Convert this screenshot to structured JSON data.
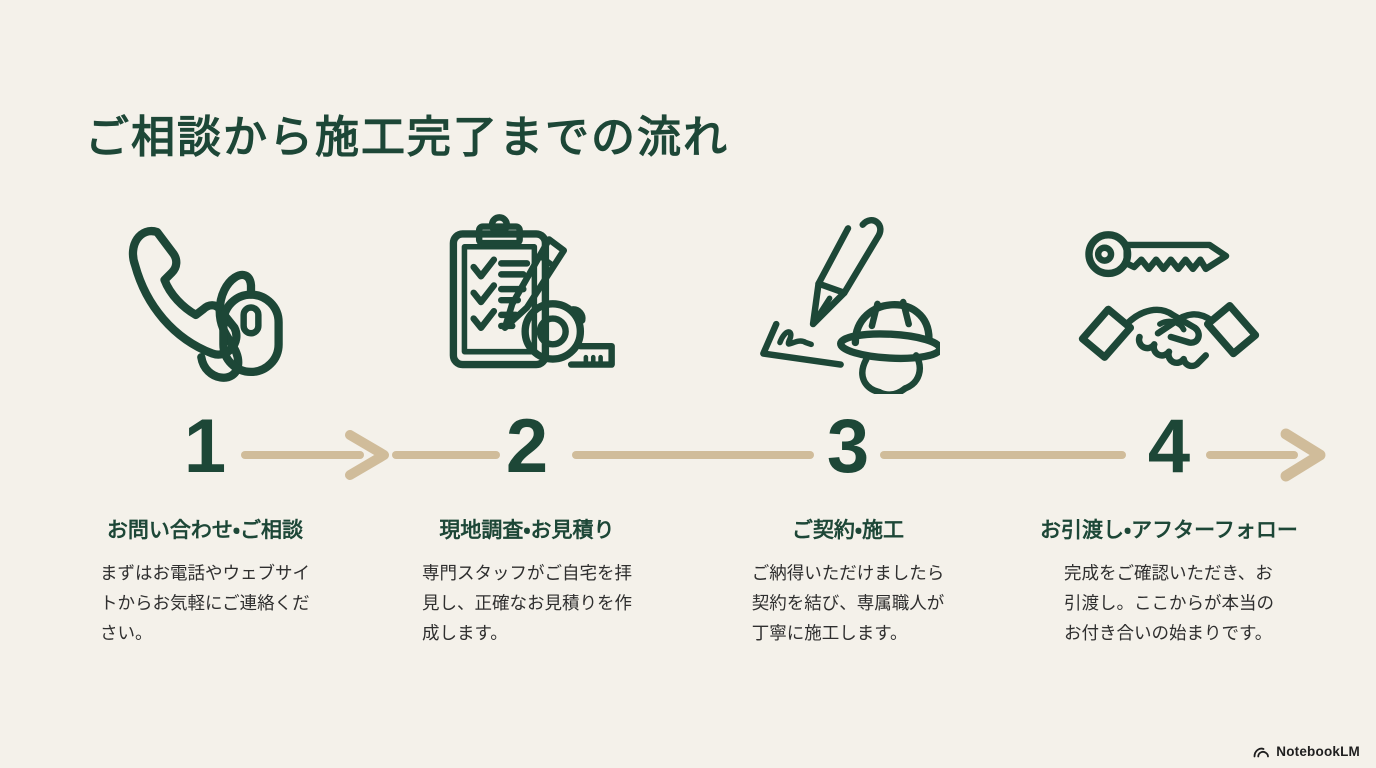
{
  "page": {
    "title": "ご相談から施工完了までの流れ",
    "background_color": "#f4f1ea",
    "accent_green": "#1d4737",
    "arrow_tan": "#d0bc9a",
    "body_text_color": "#2f2f2f"
  },
  "steps": [
    {
      "number": "1",
      "icon": "phone-and-mouse-icon",
      "title": "お問い合わせ・ご相談",
      "description": "まずはお電話やウェブサイ\nトからお気軽にご連絡くだ\nさい。"
    },
    {
      "number": "2",
      "icon": "clipboard-checklist-and-tape-measure-icon",
      "title": "現地調査・お見積り",
      "description": "専門スタッフがご自宅を拝\n見し、正確なお見積りを作\n成します。"
    },
    {
      "number": "3",
      "icon": "pen-signature-and-helmet-icon",
      "title": "ご契約・施工",
      "description": "ご納得いただけましたら\n契約を結び、専属職人が\n丁寧に施工します。"
    },
    {
      "number": "4",
      "icon": "key-and-handshake-icon",
      "title": "お引渡し・アフターフォロー",
      "description": "完成をご確認いただき、お\n引渡し。ここからが本当の\nお付き合いの始まりです。"
    }
  ],
  "footer": {
    "logo_text": "NotebookLM"
  }
}
